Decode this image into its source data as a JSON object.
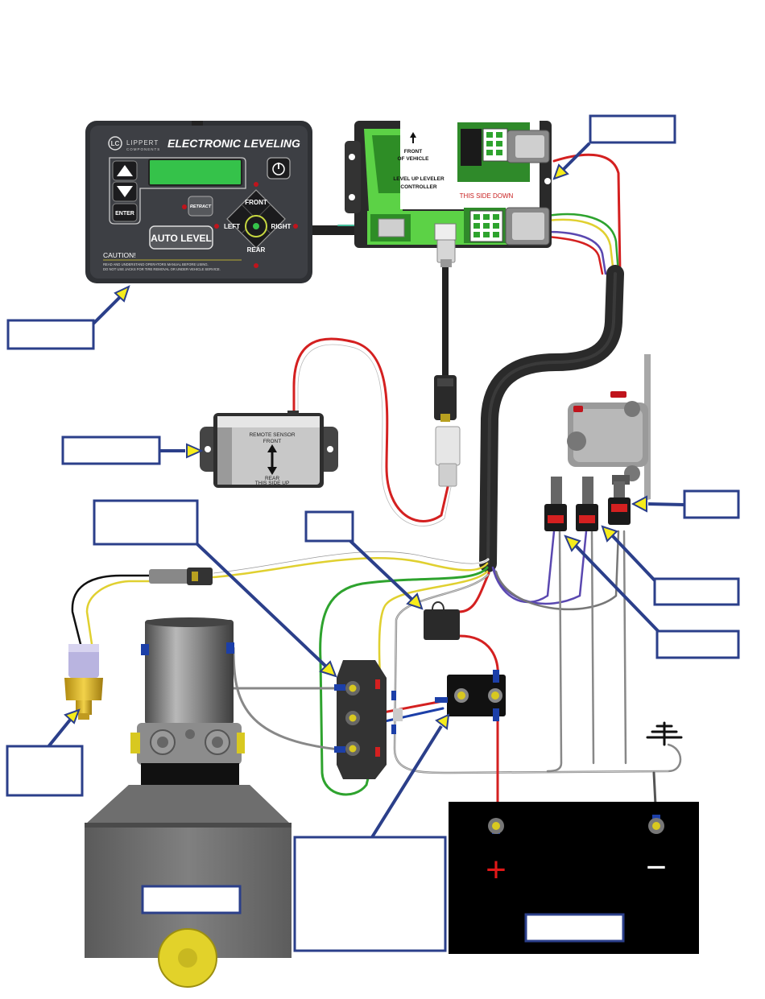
{
  "panel": {
    "brand": "LIPPERT",
    "brand_sub": "COMPONENTS",
    "title": "ELECTRONIC LEVELING",
    "enter": "ENTER",
    "retract": "RETRACT",
    "auto_level": "AUTO LEVEL",
    "front": "FRONT",
    "left": "LEFT",
    "right": "RIGHT",
    "rear": "REAR",
    "caution": "CAUTION!",
    "caution_line1": "READ AND UNDERSTAND OPERATORS MANUAL BEFORE USING.",
    "caution_line2": "DO NOT USE JACKS FOR TIRE REMOVAL OR UNDER-VEHICLE SERVICE."
  },
  "controller": {
    "line1": "FRONT",
    "line2": "OF VEHICLE",
    "line3": "LEVEL UP LEVELER",
    "line4": "CONTROLLER",
    "side": "THIS SIDE DOWN"
  },
  "sensor": {
    "line1": "REMOTE SENSOR",
    "line2": "FRONT",
    "line3": "REAR",
    "line4": "THIS SIDE UP"
  },
  "battery": {
    "plus": "+",
    "minus": "−"
  },
  "colors": {
    "callout_blue": "#2b3f8a",
    "arrow_yellow": "#f6ec1c",
    "wire_red": "#d42020",
    "wire_green": "#2ea32e",
    "wire_yellow": "#d8c820",
    "panel_dark": "#3a3c40",
    "lcd_green": "#35c24a"
  }
}
